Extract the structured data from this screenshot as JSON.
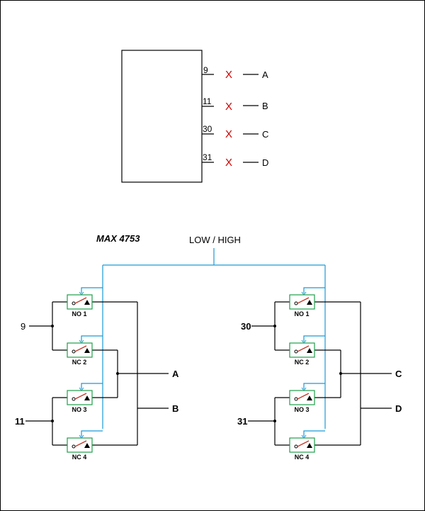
{
  "chip": {
    "pins": [
      {
        "number": "9",
        "output": "A",
        "marker": "X"
      },
      {
        "number": "11",
        "output": "B",
        "marker": "X"
      },
      {
        "number": "30",
        "output": "C",
        "marker": "X"
      },
      {
        "number": "31",
        "output": "D",
        "marker": "X"
      }
    ]
  },
  "switch_diagram": {
    "title": "MAX 4753",
    "control_label": "LOW / HIGH",
    "left_bank": {
      "inputs": [
        "9",
        "11"
      ],
      "outputs": [
        "A",
        "B"
      ],
      "switches": [
        "NO 1",
        "NC 2",
        "NO 3",
        "NC 4"
      ]
    },
    "right_bank": {
      "inputs": [
        "30",
        "31"
      ],
      "outputs": [
        "C",
        "D"
      ],
      "switches": [
        "NO 1",
        "NC 2",
        "NO 3",
        "NC 4"
      ]
    }
  },
  "colors": {
    "marker": "#d10000",
    "control_line": "#1a9ad6",
    "switch_box": "#1f9e4a",
    "switch_arm": "#c0392b"
  }
}
